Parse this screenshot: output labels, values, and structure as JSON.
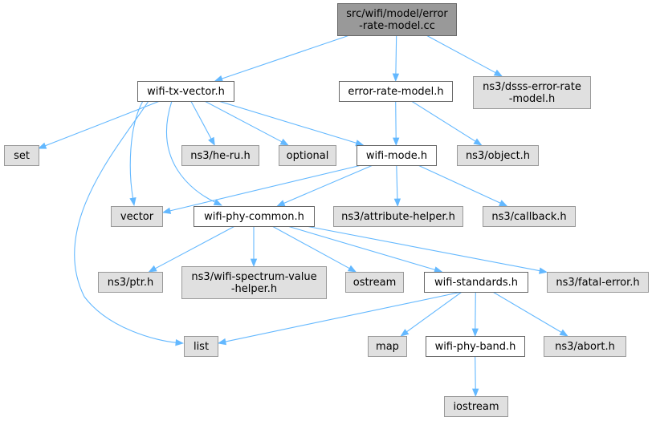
{
  "nodes": [
    {
      "id": "error-rate-model-cc",
      "kind": "root",
      "lines": [
        "src/wifi/model/error",
        "-rate-model.cc"
      ]
    },
    {
      "id": "wifi-tx-vector-h",
      "kind": "internal",
      "lines": [
        "wifi-tx-vector.h"
      ]
    },
    {
      "id": "error-rate-model-h",
      "kind": "internal",
      "lines": [
        "error-rate-model.h"
      ]
    },
    {
      "id": "dsss-error-rate-model-h",
      "kind": "external",
      "lines": [
        "ns3/dsss-error-rate",
        "-model.h"
      ]
    },
    {
      "id": "set",
      "kind": "external",
      "lines": [
        "set"
      ]
    },
    {
      "id": "he-ru-h",
      "kind": "external",
      "lines": [
        "ns3/he-ru.h"
      ]
    },
    {
      "id": "optional",
      "kind": "external",
      "lines": [
        "optional"
      ]
    },
    {
      "id": "wifi-mode-h",
      "kind": "internal",
      "lines": [
        "wifi-mode.h"
      ]
    },
    {
      "id": "object-h",
      "kind": "external",
      "lines": [
        "ns3/object.h"
      ]
    },
    {
      "id": "vector",
      "kind": "external",
      "lines": [
        "vector"
      ]
    },
    {
      "id": "wifi-phy-common-h",
      "kind": "internal",
      "lines": [
        "wifi-phy-common.h"
      ]
    },
    {
      "id": "attribute-helper-h",
      "kind": "external",
      "lines": [
        "ns3/attribute-helper.h"
      ]
    },
    {
      "id": "callback-h",
      "kind": "external",
      "lines": [
        "ns3/callback.h"
      ]
    },
    {
      "id": "ptr-h",
      "kind": "external",
      "lines": [
        "ns3/ptr.h"
      ]
    },
    {
      "id": "wifi-spectrum-value-helper-h",
      "kind": "external",
      "lines": [
        "ns3/wifi-spectrum-value",
        "-helper.h"
      ]
    },
    {
      "id": "ostream",
      "kind": "external",
      "lines": [
        "ostream"
      ]
    },
    {
      "id": "wifi-standards-h",
      "kind": "internal",
      "lines": [
        "wifi-standards.h"
      ]
    },
    {
      "id": "fatal-error-h",
      "kind": "external",
      "lines": [
        "ns3/fatal-error.h"
      ]
    },
    {
      "id": "list",
      "kind": "external",
      "lines": [
        "list"
      ]
    },
    {
      "id": "map",
      "kind": "external",
      "lines": [
        "map"
      ]
    },
    {
      "id": "wifi-phy-band-h",
      "kind": "internal",
      "lines": [
        "wifi-phy-band.h"
      ]
    },
    {
      "id": "abort-h",
      "kind": "external",
      "lines": [
        "ns3/abort.h"
      ]
    },
    {
      "id": "iostream",
      "kind": "external",
      "lines": [
        "iostream"
      ]
    }
  ],
  "edges": [
    {
      "from": "error-rate-model-cc",
      "to": "wifi-tx-vector-h"
    },
    {
      "from": "error-rate-model-cc",
      "to": "error-rate-model-h"
    },
    {
      "from": "error-rate-model-cc",
      "to": "dsss-error-rate-model-h"
    },
    {
      "from": "wifi-tx-vector-h",
      "to": "set"
    },
    {
      "from": "wifi-tx-vector-h",
      "to": "he-ru-h"
    },
    {
      "from": "wifi-tx-vector-h",
      "to": "optional"
    },
    {
      "from": "wifi-tx-vector-h",
      "to": "wifi-mode-h"
    },
    {
      "from": "wifi-tx-vector-h",
      "to": "vector"
    },
    {
      "from": "wifi-tx-vector-h",
      "to": "wifi-phy-common-h"
    },
    {
      "from": "wifi-tx-vector-h",
      "to": "list"
    },
    {
      "from": "error-rate-model-h",
      "to": "wifi-mode-h"
    },
    {
      "from": "error-rate-model-h",
      "to": "object-h"
    },
    {
      "from": "wifi-mode-h",
      "to": "vector"
    },
    {
      "from": "wifi-mode-h",
      "to": "wifi-phy-common-h"
    },
    {
      "from": "wifi-mode-h",
      "to": "attribute-helper-h"
    },
    {
      "from": "wifi-mode-h",
      "to": "callback-h"
    },
    {
      "from": "wifi-phy-common-h",
      "to": "ptr-h"
    },
    {
      "from": "wifi-phy-common-h",
      "to": "wifi-spectrum-value-helper-h"
    },
    {
      "from": "wifi-phy-common-h",
      "to": "ostream"
    },
    {
      "from": "wifi-phy-common-h",
      "to": "wifi-standards-h"
    },
    {
      "from": "wifi-phy-common-h",
      "to": "fatal-error-h"
    },
    {
      "from": "wifi-standards-h",
      "to": "list"
    },
    {
      "from": "wifi-standards-h",
      "to": "map"
    },
    {
      "from": "wifi-standards-h",
      "to": "wifi-phy-band-h"
    },
    {
      "from": "wifi-standards-h",
      "to": "abort-h"
    },
    {
      "from": "wifi-phy-band-h",
      "to": "iostream"
    }
  ],
  "colors": {
    "root_fill": "#999999",
    "internal_fill": "#ffffff",
    "external_fill": "#e0e0e0",
    "node_border": "#666666",
    "external_border": "#999999",
    "edge": "#63b8ff"
  }
}
